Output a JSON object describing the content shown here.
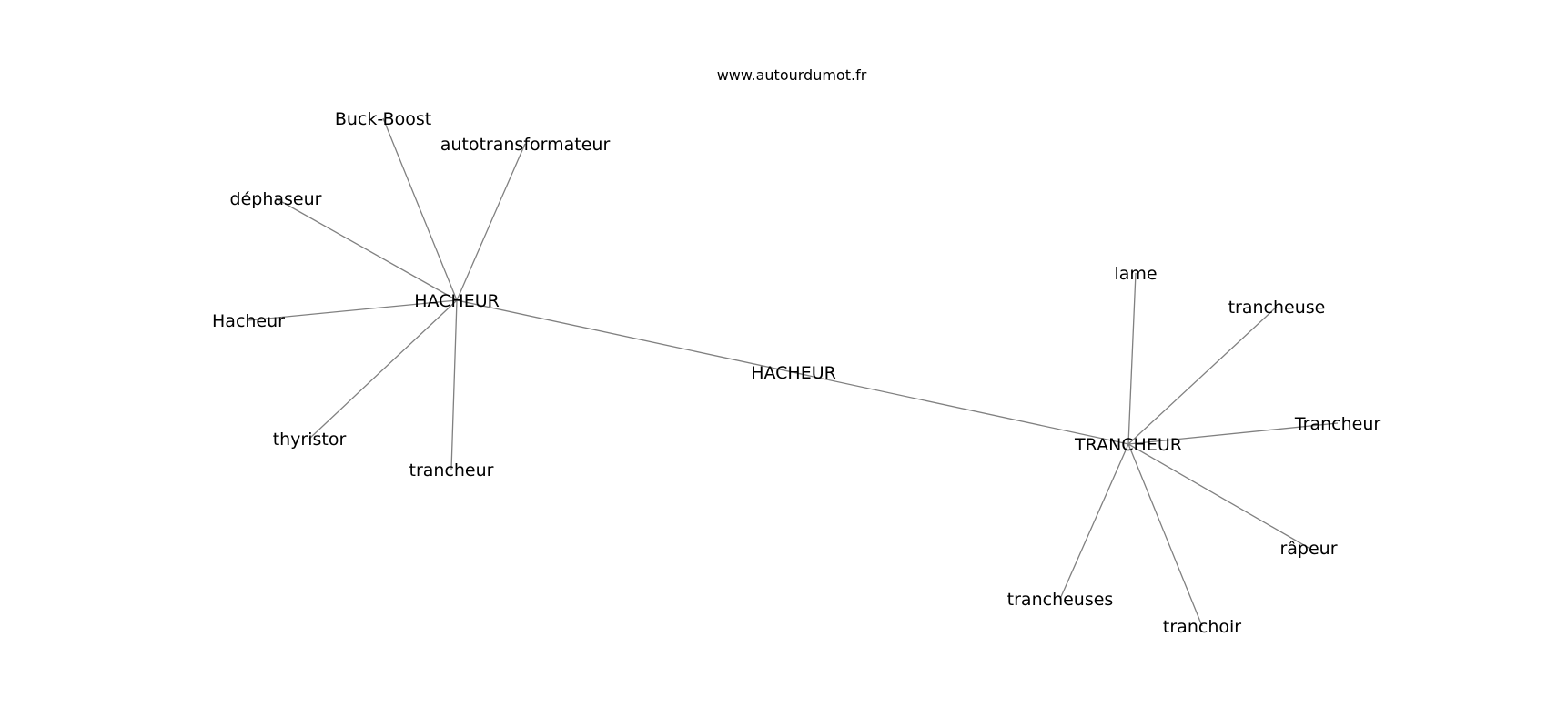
{
  "watermark": "www.autourdumot.fr",
  "colors": {
    "edge": "#808080",
    "text": "#000000",
    "background": "#ffffff"
  },
  "nodes": [
    {
      "id": "hacheur_hub",
      "label": "HACHEUR"
    },
    {
      "id": "trancheur_hub",
      "label": "TRANCHEUR"
    },
    {
      "id": "hacheur_mid",
      "label": "HACHEUR"
    },
    {
      "id": "buck_boost",
      "label": "Buck-Boost"
    },
    {
      "id": "autotransformateur",
      "label": "autotransformateur"
    },
    {
      "id": "dephaseur",
      "label": "déphaseur"
    },
    {
      "id": "hacheur_lower",
      "label": "Hacheur"
    },
    {
      "id": "thyristor",
      "label": "thyristor"
    },
    {
      "id": "trancheur_lower",
      "label": "trancheur"
    },
    {
      "id": "lame",
      "label": "lame"
    },
    {
      "id": "trancheuse",
      "label": "trancheuse"
    },
    {
      "id": "trancheur_cap",
      "label": "Trancheur"
    },
    {
      "id": "rapeur",
      "label": "râpeur"
    },
    {
      "id": "tranchoir",
      "label": "tranchoir"
    },
    {
      "id": "trancheuses",
      "label": "trancheuses"
    }
  ],
  "edges": [
    [
      "hacheur_hub",
      "buck_boost"
    ],
    [
      "hacheur_hub",
      "autotransformateur"
    ],
    [
      "hacheur_hub",
      "dephaseur"
    ],
    [
      "hacheur_hub",
      "hacheur_lower"
    ],
    [
      "hacheur_hub",
      "thyristor"
    ],
    [
      "hacheur_hub",
      "trancheur_lower"
    ],
    [
      "hacheur_hub",
      "trancheur_hub"
    ],
    [
      "trancheur_hub",
      "lame"
    ],
    [
      "trancheur_hub",
      "trancheuse"
    ],
    [
      "trancheur_hub",
      "trancheur_cap"
    ],
    [
      "trancheur_hub",
      "rapeur"
    ],
    [
      "trancheur_hub",
      "tranchoir"
    ],
    [
      "trancheur_hub",
      "trancheuses"
    ]
  ]
}
